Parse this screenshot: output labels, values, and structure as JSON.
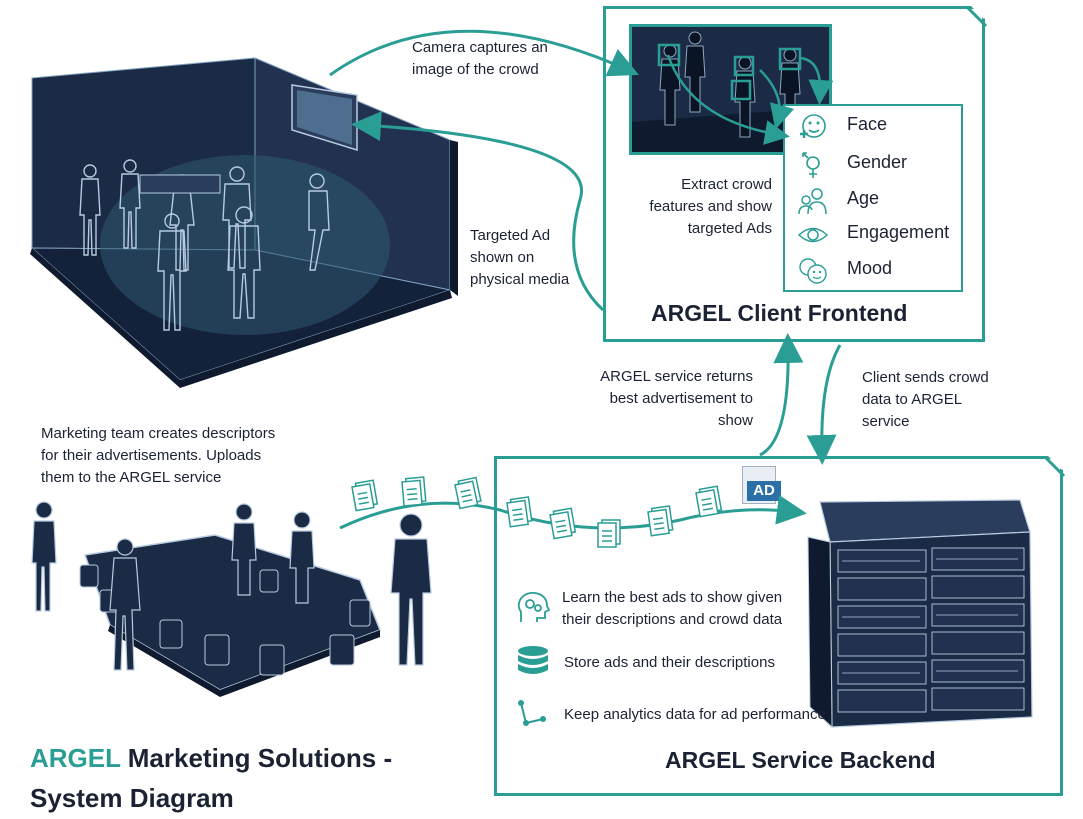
{
  "colors": {
    "teal": "#2a9d95",
    "navy": "#1b2a45",
    "text": "#1b2233"
  },
  "labels": {
    "camera": "Camera captures an image of the crowd",
    "camera_l1": "Camera captures an",
    "camera_l2": "image of the crowd",
    "targeted_l1": "Targeted Ad",
    "targeted_l2": "shown on",
    "targeted_l3": "physical media",
    "extract_l1": "Extract crowd",
    "extract_l2": "features and show",
    "extract_l3": "targeted Ads",
    "returns_l1": "ARGEL service returns",
    "returns_l2": "best advertisement to",
    "returns_l3": "show",
    "sends_l1": "Client sends crowd",
    "sends_l2": "data to ARGEL",
    "sends_l3": "service",
    "marketing_l1": "Marketing team creates descriptors",
    "marketing_l2": "for their advertisements. Uploads",
    "marketing_l3": "them to the ARGEL service"
  },
  "frontend": {
    "title": "ARGEL Client Frontend",
    "features": [
      {
        "label": "Face",
        "icon": "face-icon"
      },
      {
        "label": "Gender",
        "icon": "gender-icon"
      },
      {
        "label": "Age",
        "icon": "age-icon"
      },
      {
        "label": "Engagement",
        "icon": "eye-icon"
      },
      {
        "label": "Mood",
        "icon": "mood-icon"
      }
    ]
  },
  "backend": {
    "title": "ARGEL Service Backend",
    "ad_badge": "AD",
    "items": [
      {
        "l1": "Learn the best ads to show given",
        "l2": "their descriptions and crowd data",
        "icon": "brain-gears-icon"
      },
      {
        "l1": "Store ads and their descriptions",
        "l2": "",
        "icon": "database-icon"
      },
      {
        "l1": "Keep analytics data for ad performance",
        "l2": "",
        "icon": "analytics-icon"
      }
    ]
  },
  "footer": {
    "brand": "ARGEL",
    "title_rest": " Marketing Solutions -",
    "title_line2": "System Diagram"
  }
}
